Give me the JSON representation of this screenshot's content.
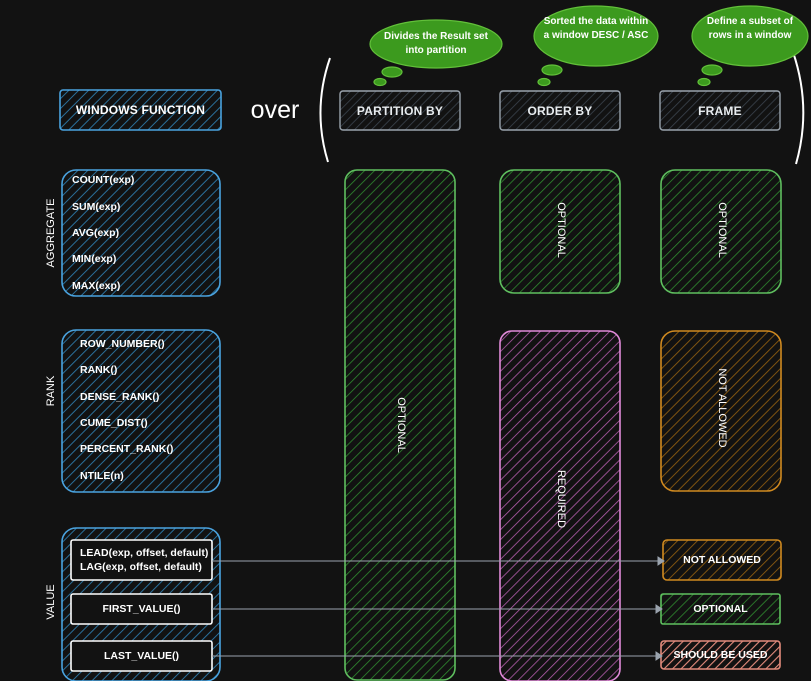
{
  "header": {
    "windows_function": "WINDOWS FUNCTION",
    "over": "over",
    "partition_by": "PARTITION BY",
    "order_by": "ORDER BY",
    "frame": "FRAME"
  },
  "clouds": {
    "partition": "Divides the Result set into partition",
    "order": "Sorted the data within a window DESC / ASC",
    "frame": "Define a subset of rows in a window"
  },
  "groups": {
    "aggregate": {
      "label": "AGGREGATE",
      "functions": [
        "COUNT(exp)",
        "SUM(exp)",
        "AVG(exp)",
        "MIN(exp)",
        "MAX(exp)"
      ]
    },
    "rank": {
      "label": "RANK",
      "functions": [
        "ROW_NUMBER()",
        "RANK()",
        "DENSE_RANK()",
        "CUME_DIST()",
        "PERCENT_RANK()",
        "NTILE(n)"
      ]
    },
    "value": {
      "label": "VALUE",
      "lead": "LEAD(exp, offset, default)",
      "lag": "LAG(exp, offset, default)",
      "first_value": "FIRST_VALUE()",
      "last_value": "LAST_VALUE()"
    }
  },
  "columns": {
    "partition_optional": "OPTIONAL",
    "order_aggregate": "OPTIONAL",
    "order_rank_value": "REQUIRED",
    "frame_aggregate": "OPTIONAL",
    "frame_rank": "NOT ALLOWED",
    "frame_lead_lag": "NOT ALLOWED",
    "frame_first_value": "OPTIONAL",
    "frame_last_value": "SHOULD BE USED"
  },
  "colors": {
    "background": "#121212",
    "blue": "#1f5f86",
    "blue_stroke": "#4aa3df",
    "green": "#2f8a2f",
    "green_stroke": "#5fbf5f",
    "pink": "#a0509a",
    "pink_stroke": "#e08ad8",
    "brown": "#8a5a10",
    "brown_stroke": "#d08a20",
    "salmon": "#e28b7c",
    "cloud": "#3c9a1e",
    "gray": "#333b44"
  }
}
